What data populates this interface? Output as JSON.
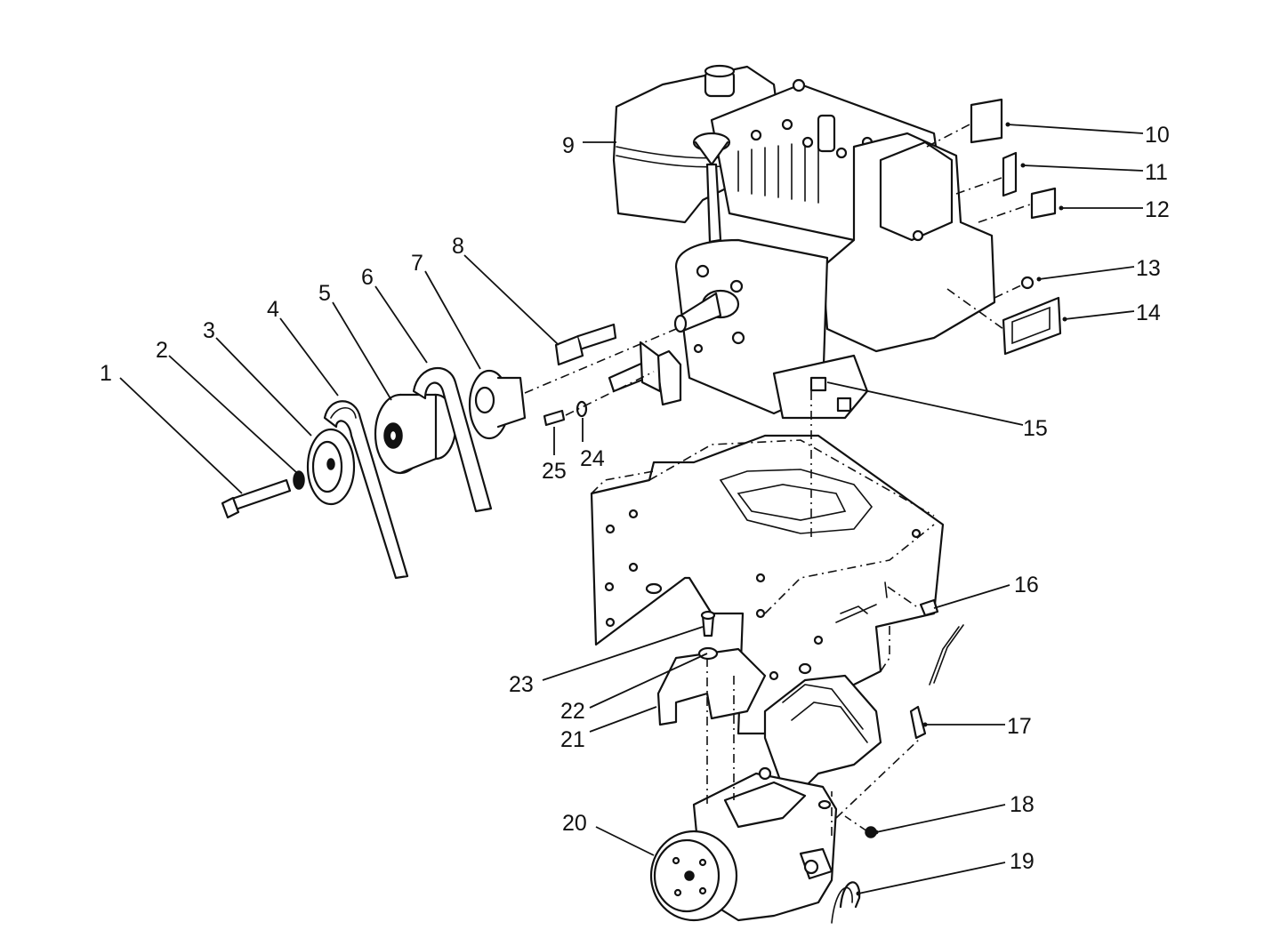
{
  "diagram": {
    "type": "exploded-parts-view",
    "callouts": [
      {
        "id": "1",
        "label": "1"
      },
      {
        "id": "2",
        "label": "2"
      },
      {
        "id": "3",
        "label": "3"
      },
      {
        "id": "4",
        "label": "4"
      },
      {
        "id": "5",
        "label": "5"
      },
      {
        "id": "6",
        "label": "6"
      },
      {
        "id": "7",
        "label": "7"
      },
      {
        "id": "8",
        "label": "8"
      },
      {
        "id": "9",
        "label": "9"
      },
      {
        "id": "10",
        "label": "10"
      },
      {
        "id": "11",
        "label": "11"
      },
      {
        "id": "12",
        "label": "12"
      },
      {
        "id": "13",
        "label": "13"
      },
      {
        "id": "14",
        "label": "14"
      },
      {
        "id": "15",
        "label": "15"
      },
      {
        "id": "16",
        "label": "16"
      },
      {
        "id": "17",
        "label": "17"
      },
      {
        "id": "18",
        "label": "18"
      },
      {
        "id": "19",
        "label": "19"
      },
      {
        "id": "20",
        "label": "20"
      },
      {
        "id": "21",
        "label": "21"
      },
      {
        "id": "22",
        "label": "22"
      },
      {
        "id": "23",
        "label": "23"
      },
      {
        "id": "24",
        "label": "24"
      },
      {
        "id": "25",
        "label": "25"
      }
    ],
    "colors": {
      "line": "#111111",
      "background": "#ffffff"
    }
  }
}
